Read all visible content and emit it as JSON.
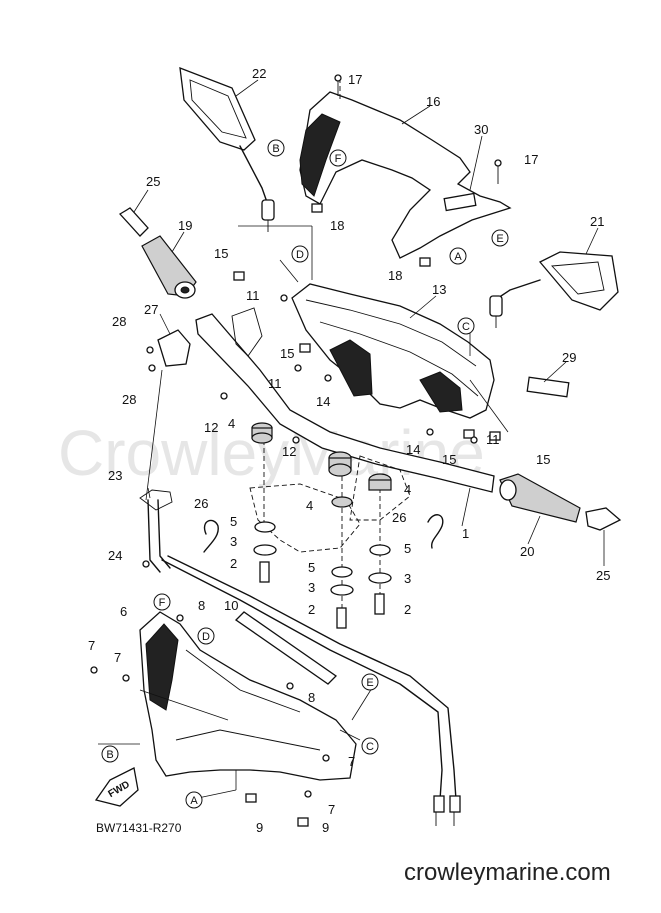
{
  "watermark": "CrowleyMarine",
  "diagram_code": "BW71431-R270",
  "site": "crowleymarine.com",
  "fwd_label": "FWD",
  "callouts": [
    {
      "id": "c1",
      "label": "1"
    },
    {
      "id": "c2a",
      "label": "2"
    },
    {
      "id": "c2b",
      "label": "2"
    },
    {
      "id": "c2c",
      "label": "2"
    },
    {
      "id": "c3a",
      "label": "3"
    },
    {
      "id": "c3b",
      "label": "3"
    },
    {
      "id": "c3c",
      "label": "3"
    },
    {
      "id": "c4a",
      "label": "4"
    },
    {
      "id": "c4b",
      "label": "4"
    },
    {
      "id": "c4c",
      "label": "4"
    },
    {
      "id": "c5a",
      "label": "5"
    },
    {
      "id": "c5b",
      "label": "5"
    },
    {
      "id": "c5c",
      "label": "5"
    },
    {
      "id": "c6",
      "label": "6"
    },
    {
      "id": "c7a",
      "label": "7"
    },
    {
      "id": "c7b",
      "label": "7"
    },
    {
      "id": "c7c",
      "label": "7"
    },
    {
      "id": "c7d",
      "label": "7"
    },
    {
      "id": "c8a",
      "label": "8"
    },
    {
      "id": "c8b",
      "label": "8"
    },
    {
      "id": "c9a",
      "label": "9"
    },
    {
      "id": "c9b",
      "label": "9"
    },
    {
      "id": "c10",
      "label": "10"
    },
    {
      "id": "c11a",
      "label": "11"
    },
    {
      "id": "c11b",
      "label": "11"
    },
    {
      "id": "c11c",
      "label": "11"
    },
    {
      "id": "c12a",
      "label": "12"
    },
    {
      "id": "c12b",
      "label": "12"
    },
    {
      "id": "c13",
      "label": "13"
    },
    {
      "id": "c14a",
      "label": "14"
    },
    {
      "id": "c14b",
      "label": "14"
    },
    {
      "id": "c15a",
      "label": "15"
    },
    {
      "id": "c15b",
      "label": "15"
    },
    {
      "id": "c15c",
      "label": "15"
    },
    {
      "id": "c15d",
      "label": "15"
    },
    {
      "id": "c16",
      "label": "16"
    },
    {
      "id": "c17a",
      "label": "17"
    },
    {
      "id": "c17b",
      "label": "17"
    },
    {
      "id": "c18a",
      "label": "18"
    },
    {
      "id": "c18b",
      "label": "18"
    },
    {
      "id": "c19",
      "label": "19"
    },
    {
      "id": "c20",
      "label": "20"
    },
    {
      "id": "c21",
      "label": "21"
    },
    {
      "id": "c22",
      "label": "22"
    },
    {
      "id": "c23",
      "label": "23"
    },
    {
      "id": "c24",
      "label": "24"
    },
    {
      "id": "c25a",
      "label": "25"
    },
    {
      "id": "c25b",
      "label": "25"
    },
    {
      "id": "c26a",
      "label": "26"
    },
    {
      "id": "c26b",
      "label": "26"
    },
    {
      "id": "c27",
      "label": "27"
    },
    {
      "id": "c28a",
      "label": "28"
    },
    {
      "id": "c28b",
      "label": "28"
    },
    {
      "id": "c29",
      "label": "29"
    },
    {
      "id": "c30",
      "label": "30"
    }
  ],
  "refs": [
    {
      "id": "rA1",
      "label": "A"
    },
    {
      "id": "rA2",
      "label": "A"
    },
    {
      "id": "rB1",
      "label": "B"
    },
    {
      "id": "rB2",
      "label": "B"
    },
    {
      "id": "rC1",
      "label": "C"
    },
    {
      "id": "rC2",
      "label": "C"
    },
    {
      "id": "rD1",
      "label": "D"
    },
    {
      "id": "rD2",
      "label": "D"
    },
    {
      "id": "rE1",
      "label": "E"
    },
    {
      "id": "rE2",
      "label": "E"
    },
    {
      "id": "rF1",
      "label": "F"
    },
    {
      "id": "rF2",
      "label": "F"
    }
  ]
}
